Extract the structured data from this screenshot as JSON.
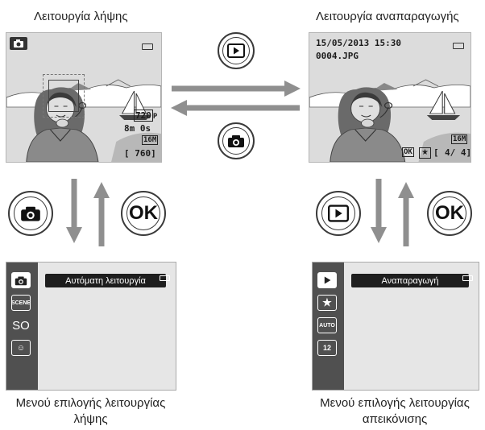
{
  "shooting_mode": {
    "title": "Λειτουργία λήψης",
    "osd": {
      "video_mode": "720",
      "video_mode_suffix": "P",
      "remaining_time": "8m 0s",
      "image_size": "16M",
      "exposures_remaining": "[ 760]"
    }
  },
  "playback_mode": {
    "title": "Λειτουργία αναπαραγωγής",
    "osd": {
      "datetime": "15/05/2013 15:30",
      "filename": "0004.JPG",
      "image_size": "16M",
      "frame_counter": "4/  4]",
      "ok_label": "OK",
      "bracket": "["
    }
  },
  "buttons": {
    "ok_label": "OK",
    "playback_icon": "play-icon",
    "camera_icon": "camera-icon"
  },
  "shooting_menu": {
    "selected_label": "Αυτόματη λειτουργία",
    "icons": [
      "camera-icon",
      "scene-icon",
      "SO",
      "smile-icon"
    ],
    "icon_texts": [
      "",
      "SCENE",
      "SO",
      ""
    ],
    "caption_line1": "Μενού επιλογής λειτουργίας",
    "caption_line2": "λήψης"
  },
  "playback_menu": {
    "selected_label": "Αναπαραγωγή",
    "icons": [
      "play-icon",
      "favorites-icon",
      "auto-sort-icon",
      "list-by-date-icon"
    ],
    "icon_texts": [
      "",
      "",
      "AUTO",
      "12"
    ],
    "caption_line1": "Μενού επιλογής λειτουργίας",
    "caption_line2": "απεικόνισης"
  },
  "colors": {
    "arrow": "#8f8f8f",
    "menu_sidebar": "#505050",
    "menu_bar": "#1e1e1e"
  }
}
